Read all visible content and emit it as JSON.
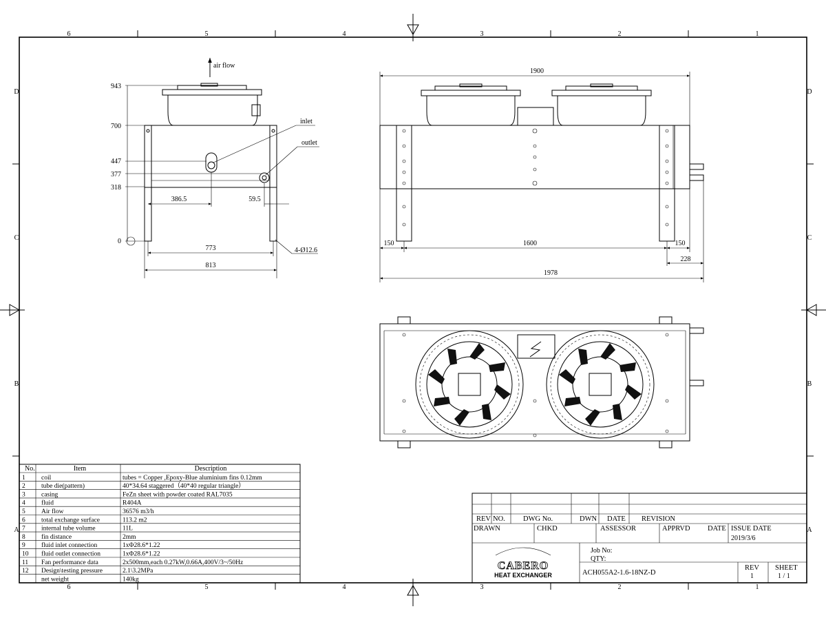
{
  "border": {
    "col_labels": [
      "6",
      "5",
      "4",
      "3",
      "2",
      "1"
    ],
    "row_labels": [
      "D",
      "C",
      "B",
      "A"
    ]
  },
  "side_view": {
    "airflow_label": "air flow",
    "inlet_label": "inlet",
    "outlet_label": "outlet",
    "height_dims": [
      "943",
      "700",
      "447",
      "377",
      "318",
      "0"
    ],
    "dim_386": "386.5",
    "dim_59": "59.5",
    "dim_773": "773",
    "dim_813": "813",
    "hole_label": "4-Ø12.6"
  },
  "front_view": {
    "dim_1900": "1900",
    "dim_150_left": "150",
    "dim_1600": "1600",
    "dim_150_right": "150",
    "dim_228": "228",
    "dim_1978": "1978"
  },
  "spec_table": {
    "headers": [
      "No.",
      "Item",
      "Description"
    ],
    "rows": [
      [
        "1",
        "coil",
        "tubes = Copper ,Epoxy-Blue aluminium fins 0.12mm"
      ],
      [
        "2",
        "tube die(pattern)",
        "40*34.64 staggered（40*40 regular triangle）"
      ],
      [
        "3",
        "casing",
        "FeZn sheet with powder coated RAL7035"
      ],
      [
        "4",
        "fluid",
        "R404A"
      ],
      [
        "5",
        "Air flow",
        "36576 m3/h"
      ],
      [
        "6",
        "total exchange surface",
        "113.2 m2"
      ],
      [
        "7",
        "internal tube volume",
        "11L"
      ],
      [
        "8",
        "fin distance",
        "2mm"
      ],
      [
        "9",
        "fluid inlet connection",
        "1xΦ28.6*1.22"
      ],
      [
        "10",
        "fluid outlet connection",
        "1xΦ28.6*1.22"
      ],
      [
        "11",
        "Fan performance data",
        "2x500mm,each 0.27kW,0.66A,400V/3~/50Hz"
      ],
      [
        "12",
        "Design\\testing pressure",
        "2.1\\3.2MPa"
      ],
      [
        "",
        "net weight",
        "140kg"
      ]
    ]
  },
  "title_block": {
    "rev_header": [
      "REV",
      "NO.",
      "DWG No.",
      "DWN",
      "DATE",
      "REVISION"
    ],
    "drawn": "DRAWN",
    "chkd": "CHKD",
    "assessor": "ASSESSOR",
    "apprvd": "APPRVD",
    "date": "DATE",
    "issue_date_label": "ISSUE DATE",
    "issue_date": "2019/3/6",
    "job_no": "Job No:",
    "qty": "QTY:",
    "drawing_no": "ACH055A2-1.6-18NZ-D",
    "rev_label": "REV",
    "rev_value": "1",
    "sheet_label": "SHEET",
    "sheet_value": "1 / 1",
    "logo_text": "CABERO",
    "logo_sub": "HEAT EXCHANGER"
  }
}
